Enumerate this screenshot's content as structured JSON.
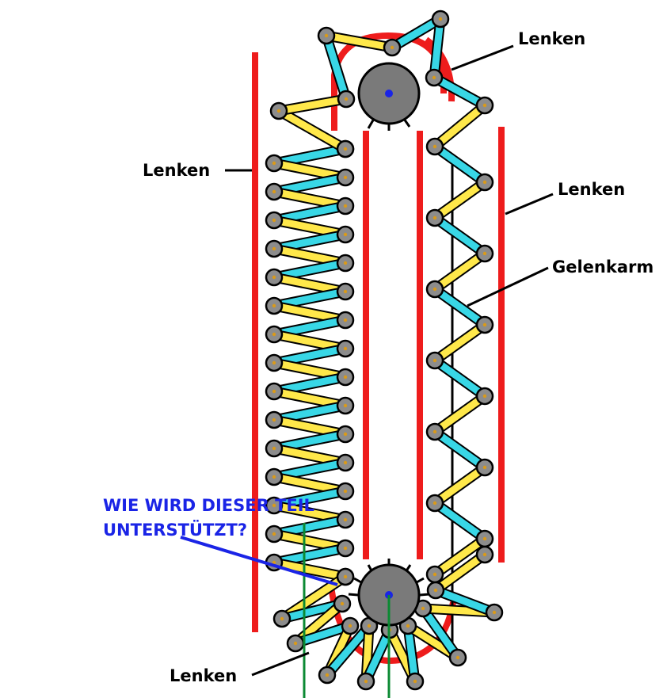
{
  "labels": {
    "top_right": "Lenken",
    "left": "Lenken",
    "right": "Lenken",
    "arm": "Gelenkarm",
    "bottom_left": "Lenken"
  },
  "question": {
    "line1": "WIE WIRD DIESER TEIL",
    "line2": "UNTERSTÜTZT?"
  },
  "colors": {
    "guide_rail": "#ee1c1c",
    "link_light": "#ffe84a",
    "link_alt": "#38d7e6",
    "joint": "#8c8c8c",
    "sprocket": "#7a7a7a",
    "pivot": "#1a24e6",
    "support": "#0b8a33",
    "question_text": "#1a24e6"
  },
  "icons": {
    "sprocket": "gear-wheel-icon",
    "joint": "pivot-joint-icon"
  }
}
